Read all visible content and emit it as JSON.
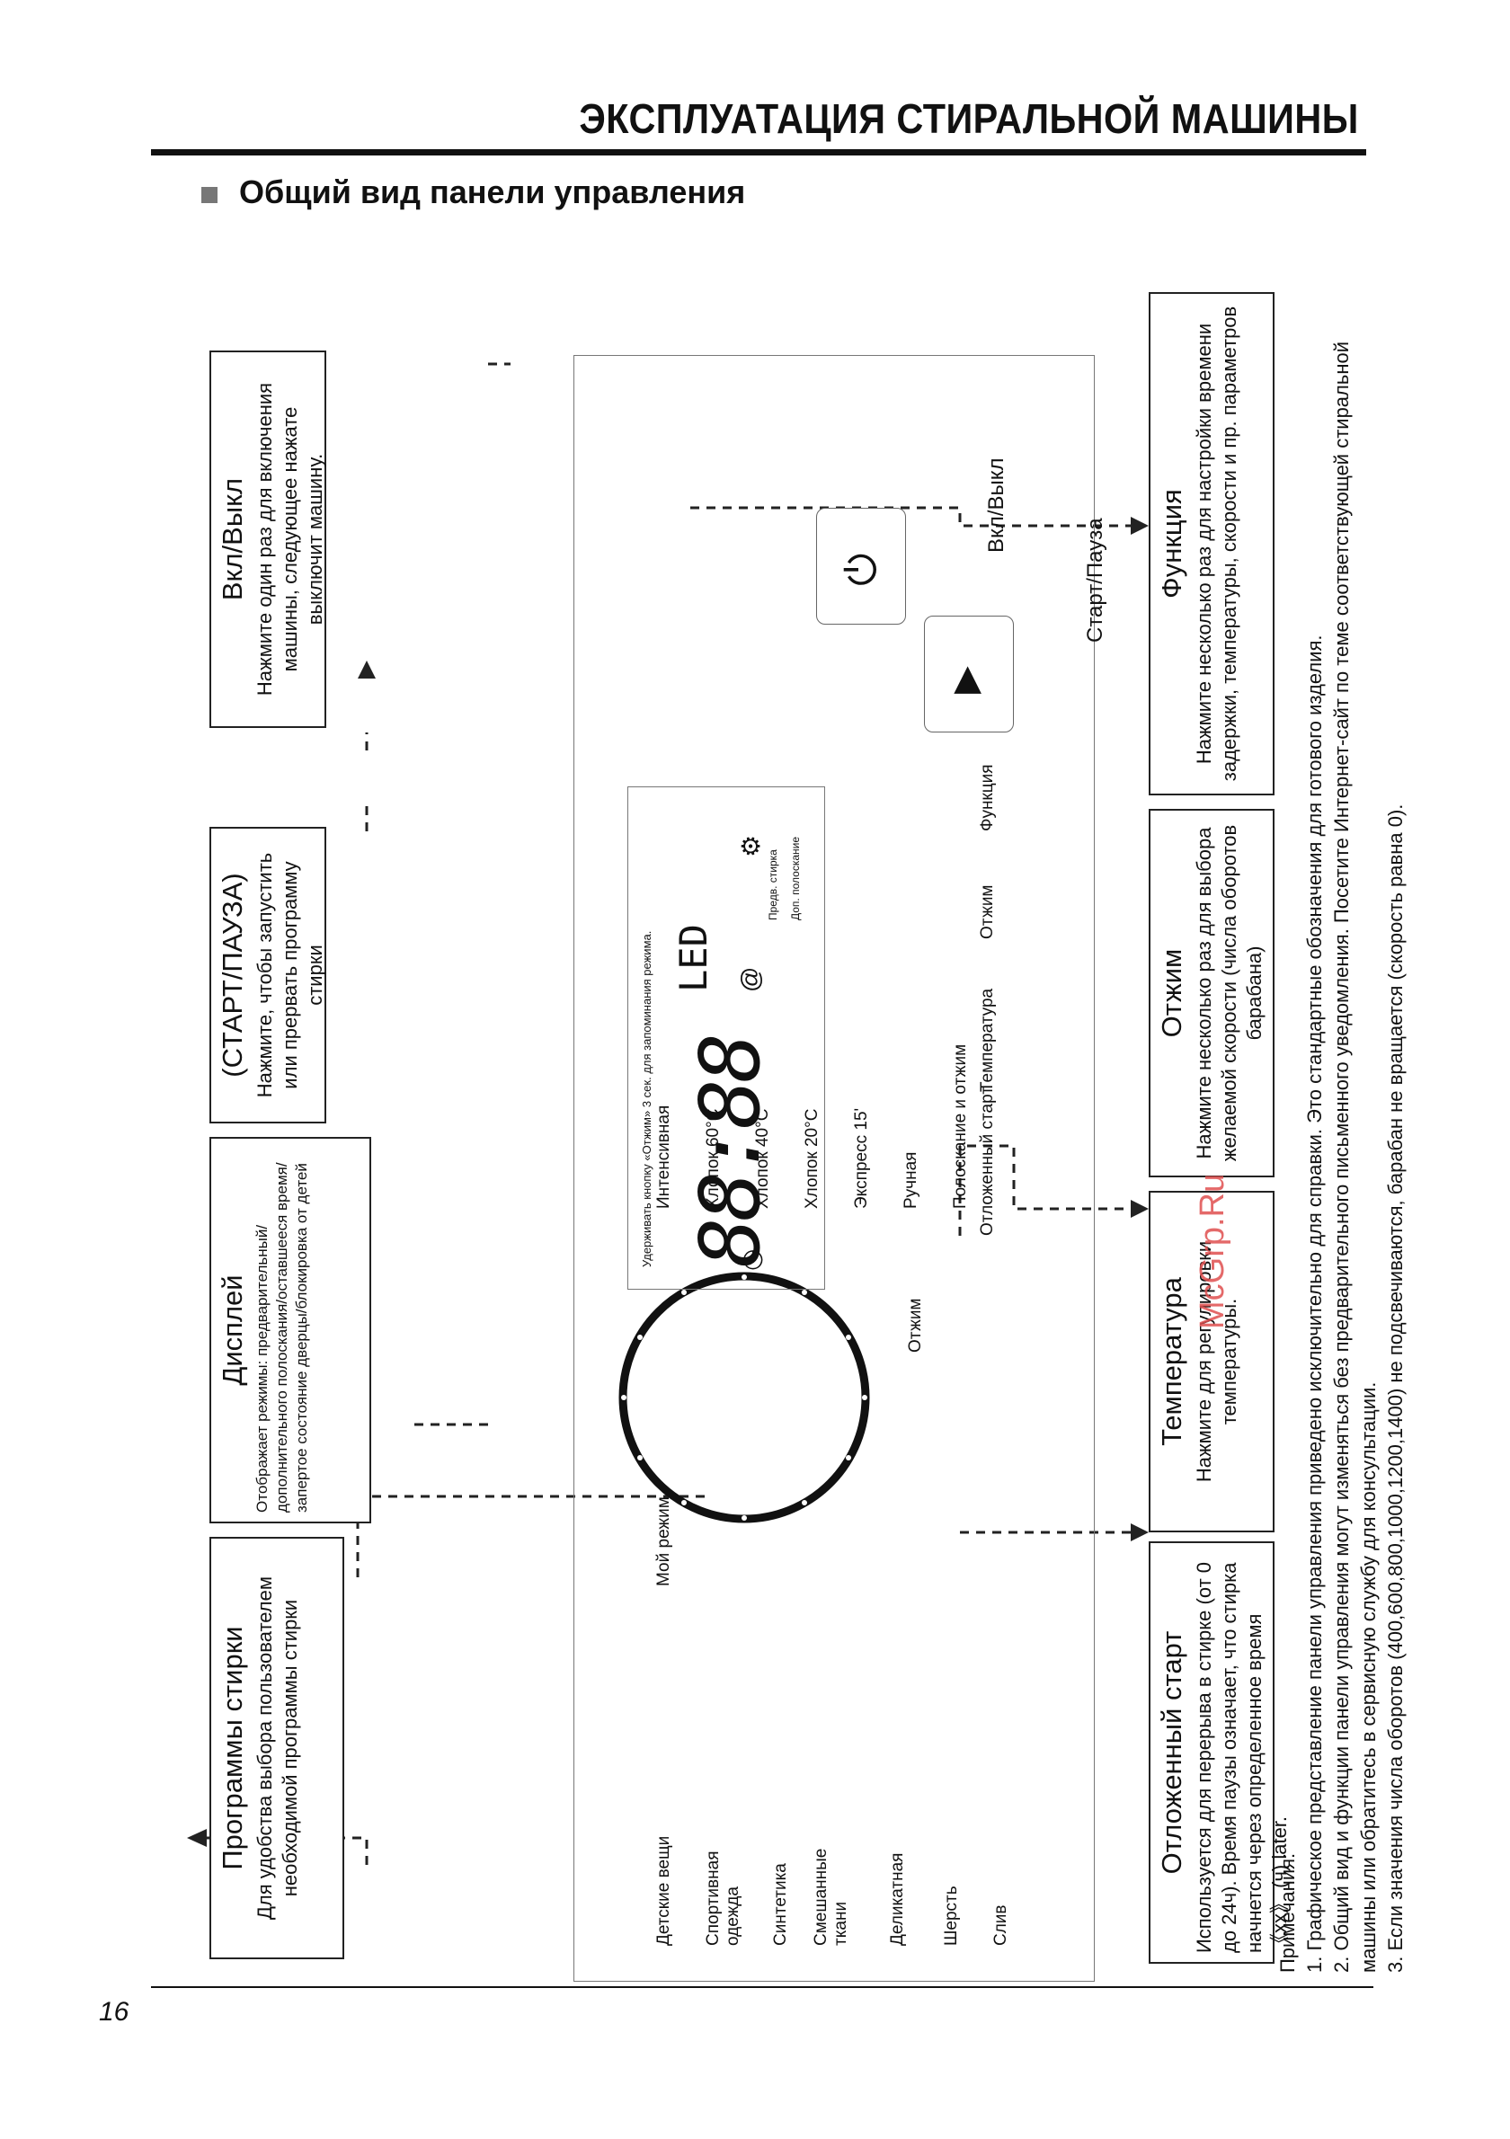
{
  "header": {
    "page_title": "ЭКСПЛУАТАЦИЯ СТИРАЛЬНОЙ МАШИНЫ",
    "section_title": "Общий вид панели управления"
  },
  "footer": {
    "page_number": "16"
  },
  "watermark": "McGrp.Ru",
  "callouts": {
    "programs": {
      "title": "Программы стирки",
      "body": "Для удобства выбора пользователем необходимой программы стирки"
    },
    "display": {
      "title": "Дисплей",
      "body": "Отображает режимы: предварительный/дополнительного полоскания/оставшееся время/запертое состояние дверцы/блокировка от детей"
    },
    "start_pause": {
      "title": "(СТАРТ/ПАУЗА)",
      "body": "Нажмите, чтобы запустить или прервать программу стирки"
    },
    "power": {
      "title": "Вкл/Выкл",
      "body": "Нажмите один раз для включения машины, следующее нажате выключит машину."
    },
    "delay": {
      "title": "Отложенный старт",
      "body": "Используется для перерыва в стирке (от 0 до 24ч). Время паузы означает, что стирка начнется через определенное время 《xx》 (ч) later."
    },
    "temperature": {
      "title": "Температура",
      "body": "Нажмите для регулировки температуры."
    },
    "spin": {
      "title": "Отжим",
      "body": "Нажмите несколько раз для выбора желаемой скорости (числа оборотов барабана)"
    },
    "function": {
      "title": "Функция",
      "body": "Нажмите несколько раз для настройки времени задержки, температуры, скорости и пр. параметров"
    }
  },
  "panel": {
    "programs_left": [
      "Детские вещи",
      "Спортивная одежда",
      "Синтетика",
      "Смешанные ткани",
      "Деликатная",
      "Шерсть",
      "Слив"
    ],
    "programs_right": [
      "Интенсивная",
      "Хлопок 60°C",
      "Хлопок 40°C",
      "Хлопок 20°C",
      "Экспресс 15'",
      "Ручная",
      "Полоскание и отжим"
    ],
    "my_mode": "Мой режим",
    "spin_program": "Отжим",
    "display_hint": "Удерживать кнопку «Отжим» 3 сек. для запоминания режима.",
    "lcd_digits": "88:88",
    "lcd_small": "LED",
    "pre_wash": "Предв. стирка",
    "extra_rinse": "Доп. полоскание",
    "btn_delay": "Отложенный старт",
    "btn_temperature": "Температура",
    "btn_spin": "Отжим",
    "btn_function": "Функция",
    "power_label": "Вкл/Выкл",
    "start_label": "Старт/Пауза"
  },
  "notes": {
    "heading": "Примечания:",
    "items": [
      "1. Графическое представление панели управления приведено исключительно для справки. Это стандартные обозначения для готового изделия.",
      "2. Общий вид и функции панели управления могут изменяться без предварительного письменного уведомления. Посетите Интернет-сайт по теме соответствующей стиральной машины или обратитесь в сервисную службу для консультации.",
      "3. Если значения числа оборотов (400,600,800,1000,1200,1400) не подсвечиваются, барабан не вращается (скорость равна 0)."
    ]
  }
}
